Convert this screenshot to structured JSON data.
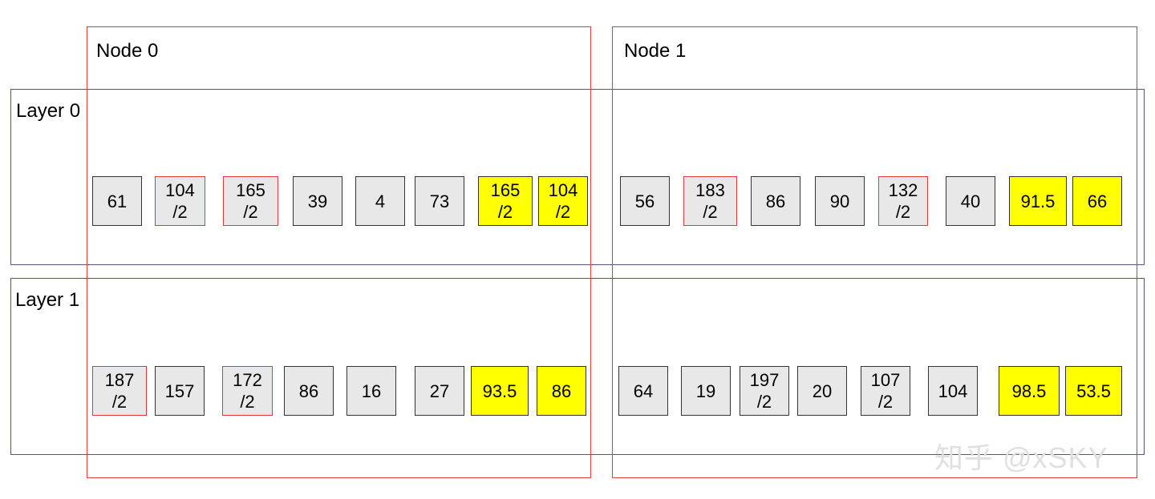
{
  "nodes": [
    {
      "label": "Node 0"
    },
    {
      "label": "Node 1"
    }
  ],
  "layers": [
    {
      "label": "Layer 0"
    },
    {
      "label": "Layer 1"
    }
  ],
  "rows": [
    [
      {
        "text": "61",
        "style": "plain"
      },
      {
        "text": "104\n/2",
        "style": "red"
      },
      {
        "text": "165\n/2",
        "style": "red"
      },
      {
        "text": "39",
        "style": "plain"
      },
      {
        "text": "4",
        "style": "plain"
      },
      {
        "text": "73",
        "style": "plain"
      },
      {
        "text": "165\n/2",
        "style": "yellow"
      },
      {
        "text": "104\n/2",
        "style": "yellow"
      },
      {
        "text": "56",
        "style": "plain"
      },
      {
        "text": "183\n/2",
        "style": "red"
      },
      {
        "text": "86",
        "style": "plain"
      },
      {
        "text": "90",
        "style": "plain"
      },
      {
        "text": "132\n/2",
        "style": "red"
      },
      {
        "text": "40",
        "style": "plain"
      },
      {
        "text": "91.5",
        "style": "yellow"
      },
      {
        "text": "66",
        "style": "yellow"
      }
    ],
    [
      {
        "text": "187\n/2",
        "style": "red"
      },
      {
        "text": "157",
        "style": "plain"
      },
      {
        "text": "172\n/2",
        "style": "red"
      },
      {
        "text": "86",
        "style": "plain"
      },
      {
        "text": "16",
        "style": "plain"
      },
      {
        "text": "27",
        "style": "plain"
      },
      {
        "text": "93.5",
        "style": "yellow"
      },
      {
        "text": "86",
        "style": "yellow"
      },
      {
        "text": "64",
        "style": "plain"
      },
      {
        "text": "19",
        "style": "plain"
      },
      {
        "text": "197\n/2",
        "style": "plain"
      },
      {
        "text": "20",
        "style": "plain"
      },
      {
        "text": "107\n/2",
        "style": "plain"
      },
      {
        "text": "104",
        "style": "plain"
      },
      {
        "text": "98.5",
        "style": "yellow"
      },
      {
        "text": "53.5",
        "style": "yellow"
      }
    ]
  ],
  "watermark": "知乎 @xSKY"
}
